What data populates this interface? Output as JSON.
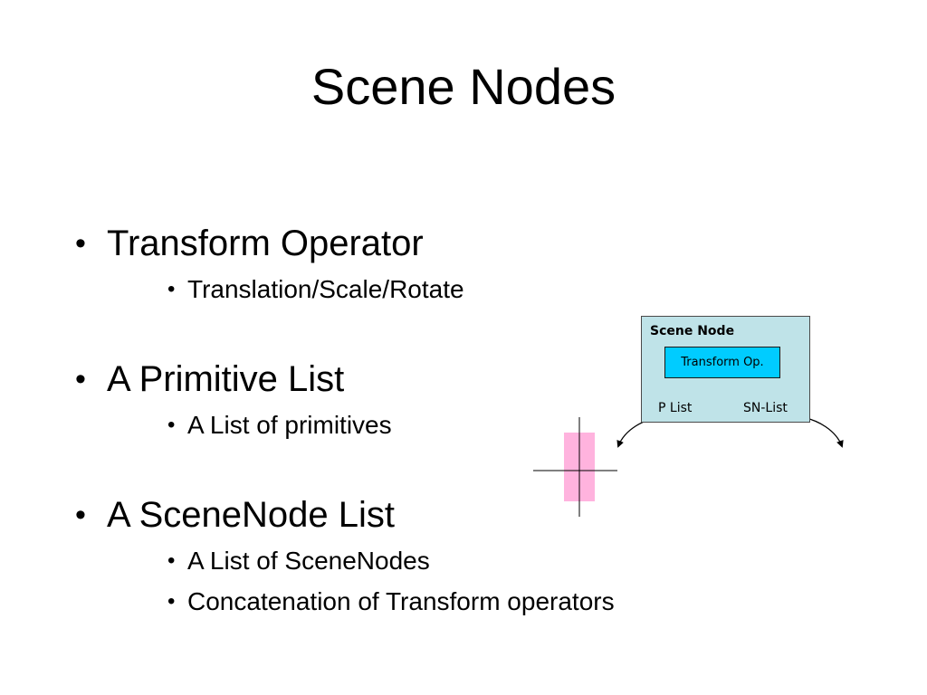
{
  "slide": {
    "title": "Scene Nodes",
    "bullets": [
      {
        "text": "Transform Operator",
        "sub": [
          "Translation/Scale/Rotate"
        ]
      },
      {
        "text": "A Primitive List",
        "sub": [
          "A List of primitives"
        ]
      },
      {
        "text": "A SceneNode List",
        "sub": [
          "A List of SceneNodes",
          "Concatenation of Transform operators"
        ]
      }
    ],
    "bullet_glyph": "•"
  },
  "diagram": {
    "node_label": "Scene Node",
    "transform_label": "Transform Op.",
    "p_list_label": "P List",
    "sn_list_label": "SN-List",
    "colors": {
      "node_fill": "#bfe3e8",
      "transform_fill": "#00ccff",
      "primitive_fill": "#ffb3de"
    }
  }
}
